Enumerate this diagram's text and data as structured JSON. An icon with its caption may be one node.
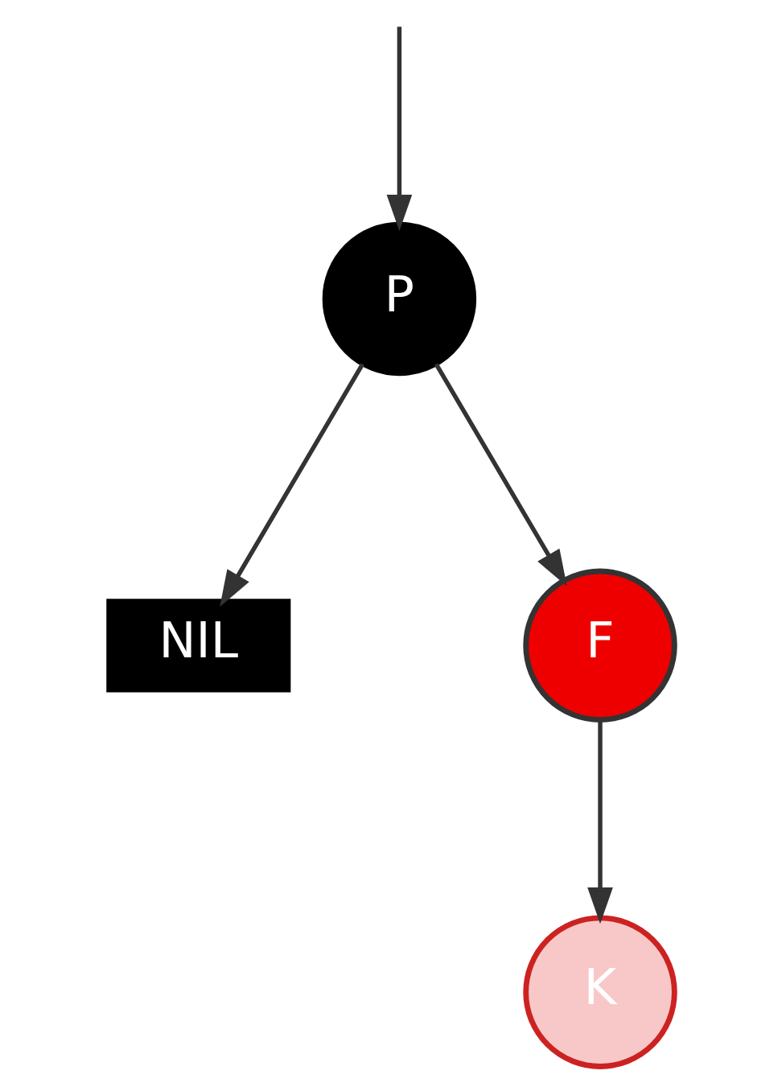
{
  "diagram": {
    "nodes": [
      {
        "text": [
          "P"
        ]
      },
      {
        "text": [
          "NIL"
        ]
      },
      {
        "text": [
          "F"
        ]
      },
      {
        "text": [
          "K"
        ]
      }
    ],
    "edges": [
      {
        "from": null,
        "to": 0,
        "arrow": "to"
      },
      {
        "from": 0,
        "to": 1,
        "arrow": "to"
      },
      {
        "from": 0,
        "to": 2,
        "arrow": "to"
      },
      {
        "from": 2,
        "to": 3,
        "arrow": "to"
      }
    ]
  }
}
